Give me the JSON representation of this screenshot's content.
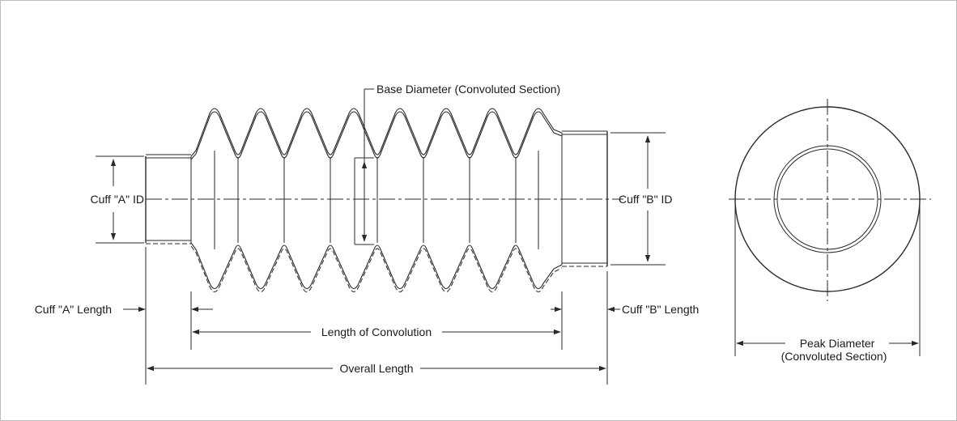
{
  "labels": {
    "base_diameter": "Base Diameter (Convoluted Section)",
    "cuff_a_id": "Cuff \"A\" ID",
    "cuff_b_id": "Cuff \"B\" ID",
    "cuff_a_length": "Cuff \"A\" Length",
    "cuff_b_length": "Cuff \"B\" Length",
    "length_of_convolution": "Length of Convolution",
    "overall_length": "Overall Length",
    "peak_diameter_line1": "Peak Diameter",
    "peak_diameter_line2": "(Convoluted Section)"
  }
}
